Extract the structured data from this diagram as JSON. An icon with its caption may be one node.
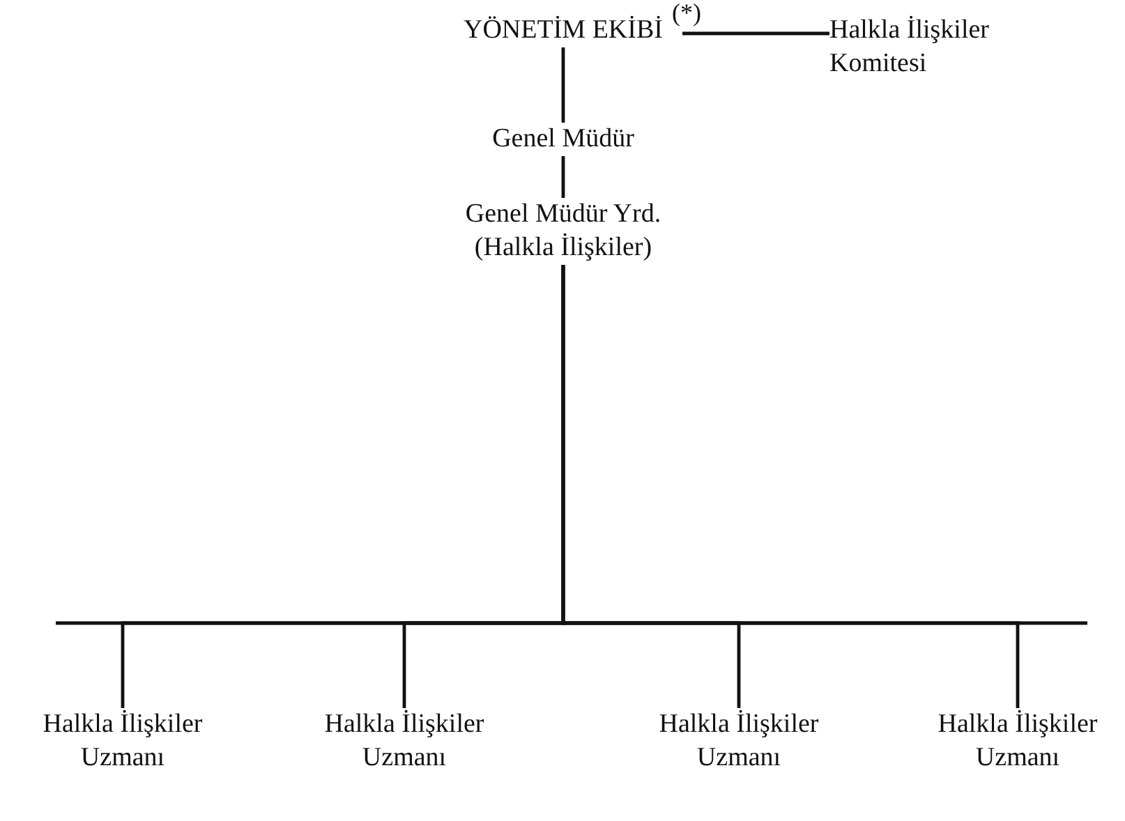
{
  "diagram": {
    "nodes": [
      {
        "text": [
          "YÖNETİM EKİBİ"
        ]
      },
      {
        "text": [
          "Halkla İlişkiler Komitesi"
        ]
      },
      {
        "text": [
          "Genel Müdür"
        ]
      },
      {
        "text": [
          "Genel Müdür Yrd. (Halkla İlişkiler)"
        ]
      },
      {
        "text": [
          "Halkla İlişkiler Uzmanı"
        ]
      },
      {
        "text": [
          "Halkla İlişkiler Uzmanı"
        ]
      },
      {
        "text": [
          "Halkla İlişkiler Uzmanı"
        ]
      },
      {
        "text": [
          "Halkla İlişkiler Uzmanı"
        ]
      }
    ],
    "edges": [
      {
        "from": 0,
        "to": 1,
        "arrow": "none"
      },
      {
        "from": 0,
        "to": 2,
        "arrow": "none"
      },
      {
        "from": 2,
        "to": 3,
        "arrow": "none"
      },
      {
        "from": 3,
        "to": 4,
        "arrow": "none"
      },
      {
        "from": 3,
        "to": 5,
        "arrow": "none"
      },
      {
        "from": 3,
        "to": 6,
        "arrow": "none"
      },
      {
        "from": 3,
        "to": 7,
        "arrow": "none"
      }
    ],
    "labels": [
      "(*)"
    ]
  }
}
